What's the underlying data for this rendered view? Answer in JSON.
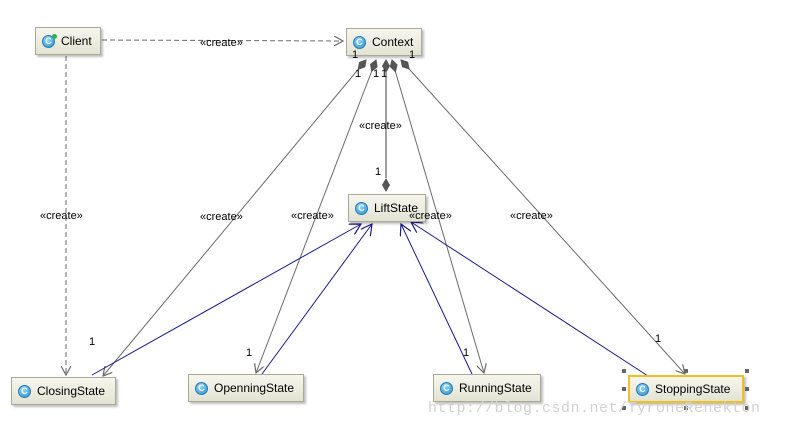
{
  "nodes": {
    "client": {
      "label": "Client",
      "icon": "class-icon",
      "icon_letter": "C"
    },
    "context": {
      "label": "Context",
      "icon": "class-icon",
      "icon_letter": "C"
    },
    "lift_state": {
      "label": "LiftState",
      "icon": "class-icon",
      "icon_letter": "C"
    },
    "closing_state": {
      "label": "ClosingState",
      "icon": "class-icon",
      "icon_letter": "C"
    },
    "openning_state": {
      "label": "OpenningState",
      "icon": "class-icon",
      "icon_letter": "C"
    },
    "running_state": {
      "label": "RunningState",
      "icon": "class-icon",
      "icon_letter": "C"
    },
    "stopping_state": {
      "label": "StoppingState",
      "icon": "class-icon",
      "icon_letter": "C"
    }
  },
  "edge_labels": {
    "create": "«create»",
    "one": "1"
  },
  "watermark": "http://blog.csdn.net/TyroneRenekton",
  "colors": {
    "dependency": "#6b6b6b",
    "generalization": "#1a1a8c",
    "selection": "#f0c020"
  }
}
